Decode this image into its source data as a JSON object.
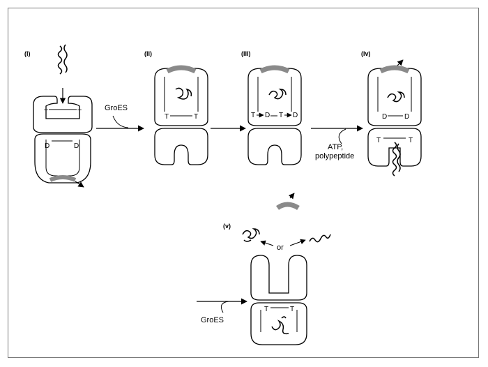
{
  "stages": [
    {
      "label": "(I)"
    },
    {
      "label": "(II)"
    },
    {
      "label": "(III)"
    },
    {
      "label": "(Iv)"
    },
    {
      "label": "(v)"
    }
  ],
  "arrow_labels": {
    "groes_1": "GroES",
    "atp": "ATP,",
    "polypeptide": "polypeptide",
    "groes_2": "GroES",
    "or": "or"
  },
  "state_labels": {
    "T": "T",
    "D": "D"
  },
  "colors": {
    "cap": "#8a8a8a",
    "outline": "#000000"
  }
}
